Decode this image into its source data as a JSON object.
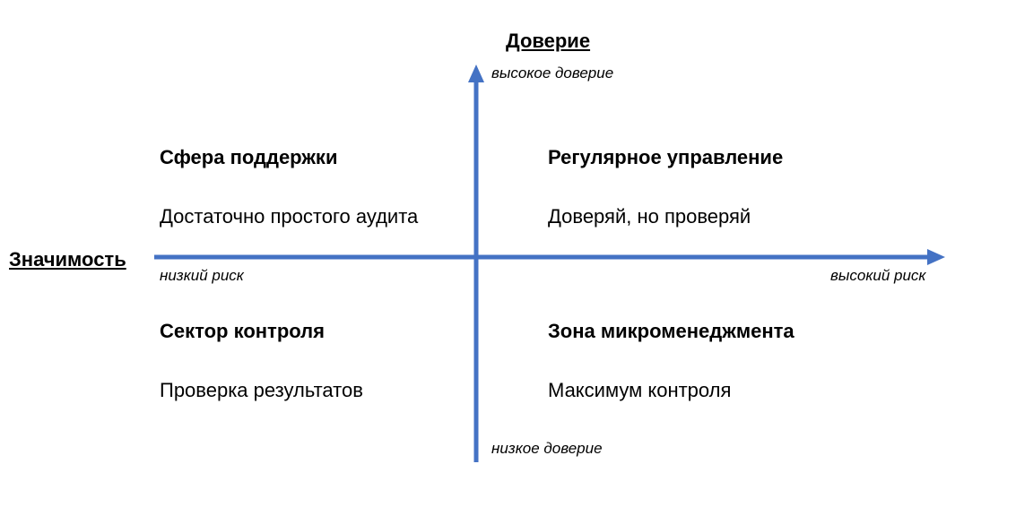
{
  "axes": {
    "vertical": {
      "title": "Доверие",
      "top_label": "высокое доверие",
      "bottom_label": "низкое доверие"
    },
    "horizontal": {
      "title": "Значимость",
      "left_label": "низкий риск",
      "right_label": "высокий риск"
    },
    "color": "#4472C4"
  },
  "quadrants": {
    "top_left": {
      "title": "Сфера поддержки",
      "description": "Достаточно простого аудита"
    },
    "top_right": {
      "title": "Регулярное управление",
      "description": "Доверяй, но проверяй"
    },
    "bottom_left": {
      "title": "Сектор контроля",
      "description": "Проверка результатов"
    },
    "bottom_right": {
      "title": "Зона микроменеджмента",
      "description": "Максимум контроля"
    }
  }
}
